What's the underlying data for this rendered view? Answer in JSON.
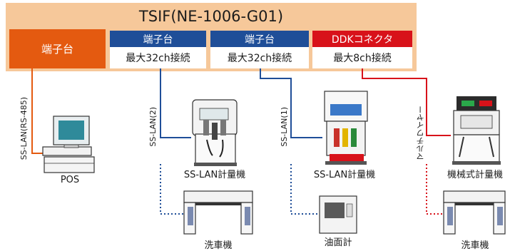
{
  "tsif": {
    "title": "TSIF(NE-1006-G01)"
  },
  "terminals": [
    {
      "head": "端子台",
      "body": ""
    },
    {
      "head": "端子台",
      "body": "最大32ch接続"
    },
    {
      "head": "端子台",
      "body": "最大32ch接続"
    },
    {
      "head": "DDKコネクタ",
      "body": "最大8ch接続"
    }
  ],
  "lines": [
    {
      "label": "SS-LAN(RS-485)",
      "color": "#e45a10"
    },
    {
      "label": "SS-LAN(2)",
      "color": "#1f4e98"
    },
    {
      "label": "SS-LAN(1)",
      "color": "#1f4e98"
    },
    {
      "label": "マルチワイヤー",
      "color": "#d8121a"
    }
  ],
  "devices": {
    "pos": "POS",
    "dispenser_2": "SS-LAN計量機",
    "dispenser_1": "SS-LAN計量機",
    "mechanical": "機械式計量機",
    "carwash_1": "洗車機",
    "tank_gauge": "油面計",
    "carwash_2": "洗車機"
  }
}
